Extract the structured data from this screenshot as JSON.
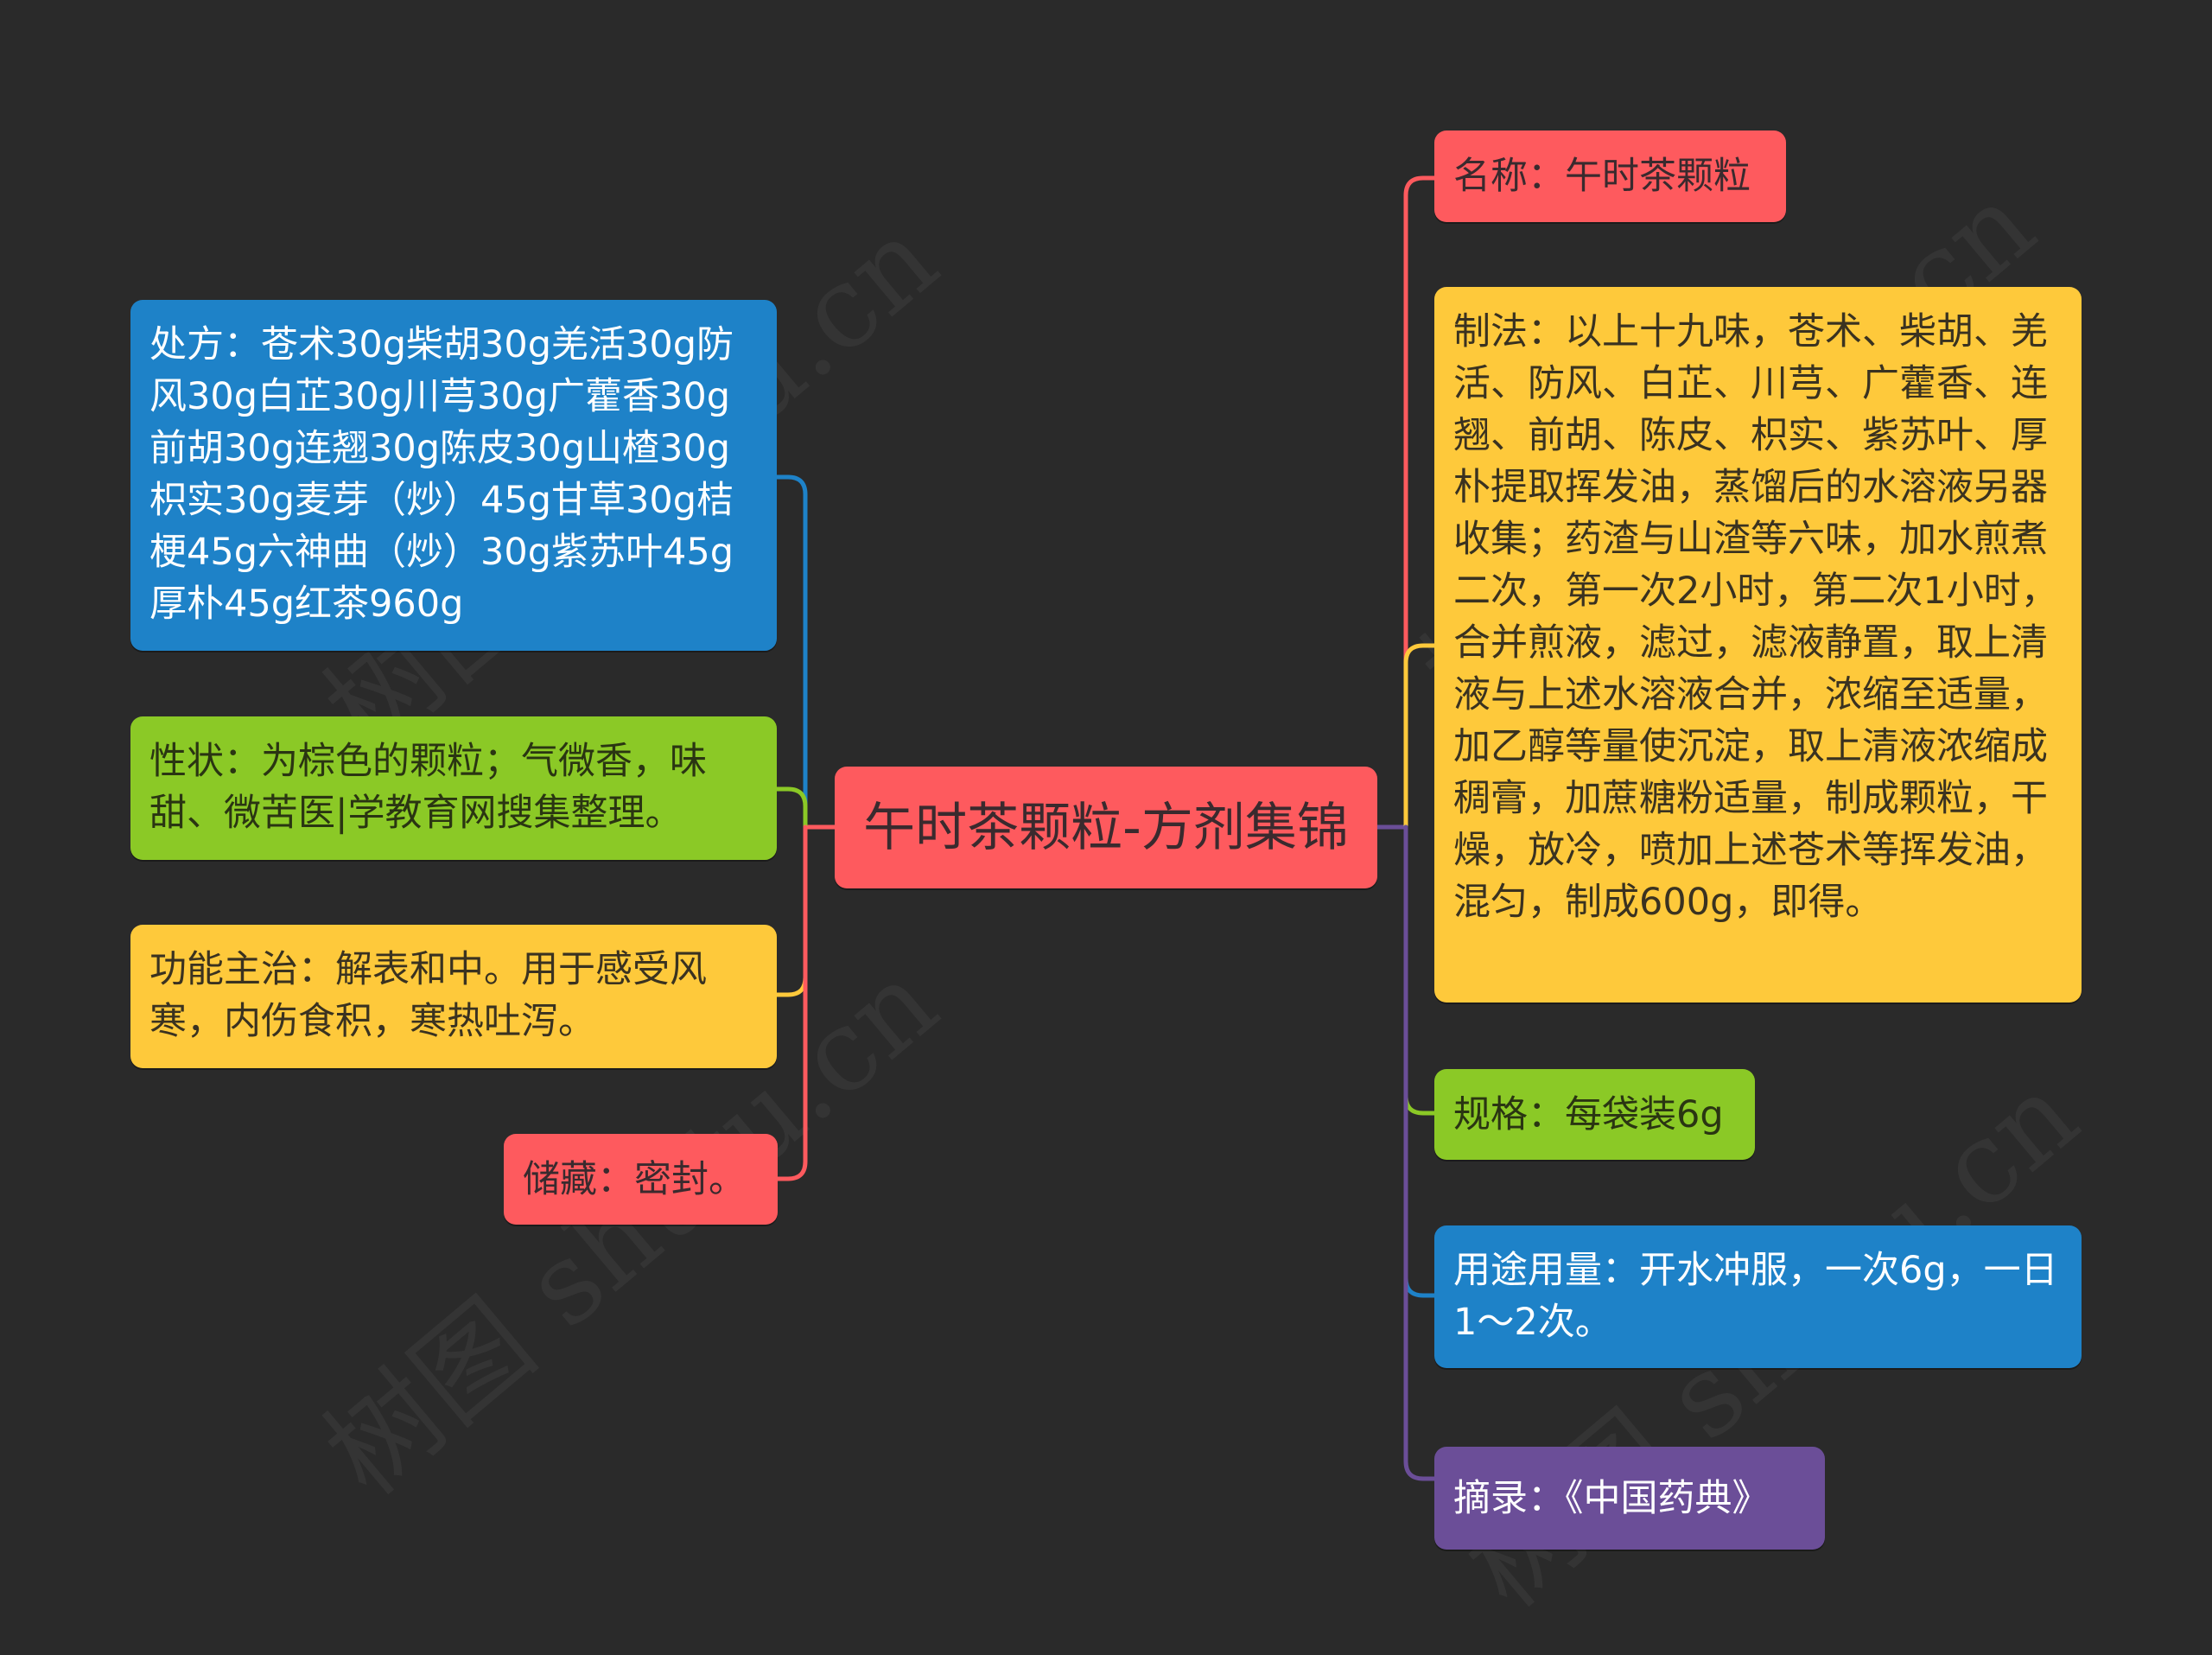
{
  "diagram": {
    "type": "mind-map",
    "background": "#2a2a2a",
    "root": {
      "label": "午时茶颗粒-方剂集锦",
      "color": "#fe5a5e"
    },
    "left_branches": [
      {
        "label": "处方：苍术30g柴胡30g羌活30g防风30g白芷30g川芎30g广藿香30g前胡30g连翘30g陈皮30g山楂30g枳实30g麦芽（炒）45g甘草30g桔梗45g六神曲（炒）30g紫苏叶45g厚朴45g红茶960g",
        "color": "#1e82c8"
      },
      {
        "label": "性状：为棕色的颗粒；气微香，味甜、微苦医|学教育网搜集整理。",
        "color": "#8bc926"
      },
      {
        "label": "功能主治：解表和中。用于感受风寒，内伤食积，寒热吐泻。",
        "color": "#fec93b"
      },
      {
        "label": "储藏：密封。",
        "color": "#fe5a5e"
      }
    ],
    "right_branches": [
      {
        "label": "名称：午时茶颗粒",
        "color": "#fe5a5e"
      },
      {
        "label": "制法：以上十九味，苍术、柴胡、羌活、防风、白芷、川芎、广藿香、连翘、前胡、陈皮、枳实、紫苏叶、厚朴提取挥发油，蒸馏后的水溶液另器收集；药渣与山渣等六味，加水煎煮二次，第一次2小时，第二次1小时，合并煎液，滤过，滤液静置，取上清液与上述水溶液合并，浓缩至适量，加乙醇等量使沉淀，取上清液浓缩成稠膏，加蔗糖粉适量，制成颗粒，干燥，放冷，喷加上述苍术等挥发油，混匀，制成600g，即得。",
        "color": "#fec93b"
      },
      {
        "label": "规格：每袋装6g",
        "color": "#8bc926"
      },
      {
        "label": "用途用量：开水冲服，一次6g，一日1～2次。",
        "color": "#1e82c8"
      },
      {
        "label": "摘录：《中国药典》",
        "color": "#6b4e98"
      }
    ]
  },
  "watermark": {
    "text": "树图 shutu.cn"
  }
}
